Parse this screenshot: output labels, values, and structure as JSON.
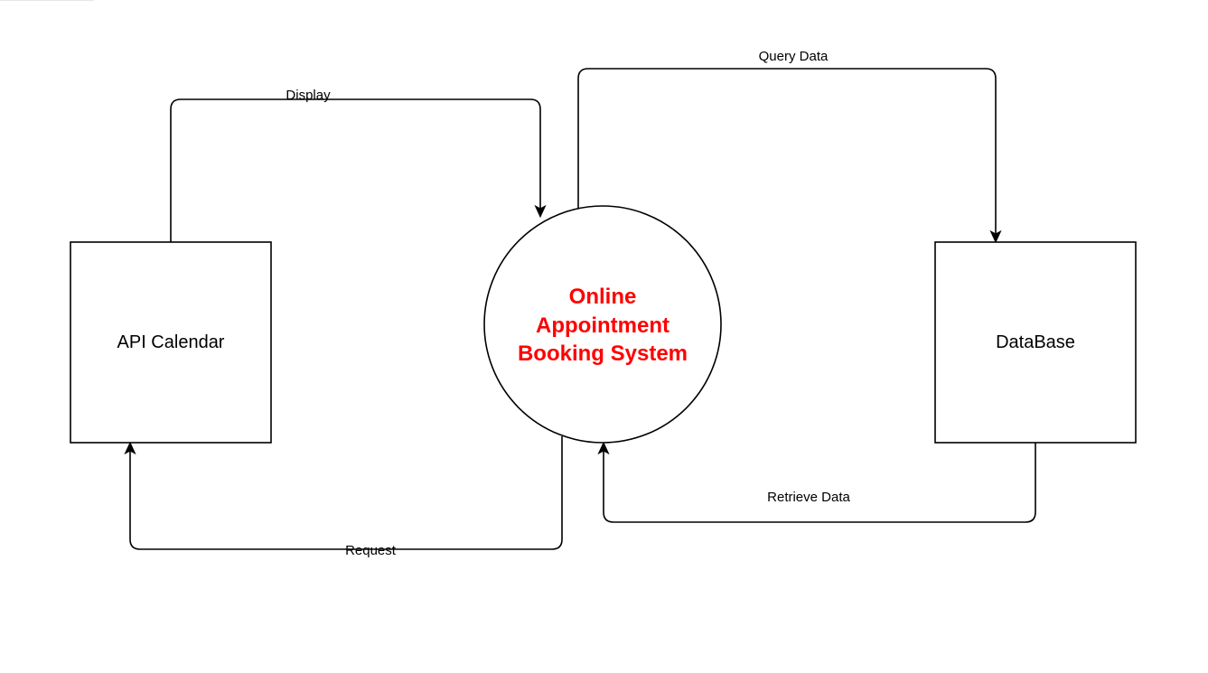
{
  "diagram": {
    "process": {
      "lines": [
        "Online",
        "Appointment",
        "Booking System"
      ],
      "color": "#ff0000"
    },
    "entities": {
      "api_calendar": "API Calendar",
      "database": "DataBase"
    },
    "flows": {
      "display": "Display",
      "request": "Request",
      "query_data": "Query Data",
      "retrieve_data": "Retrieve Data"
    }
  }
}
